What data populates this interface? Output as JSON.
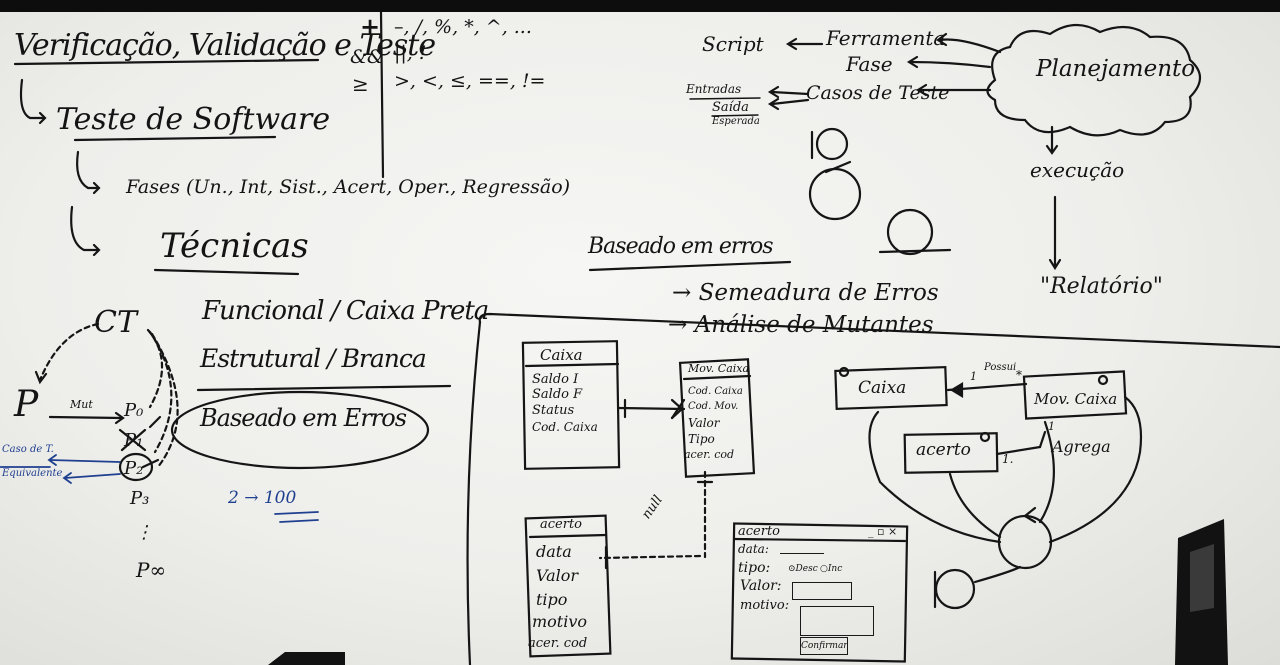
{
  "left": {
    "title": "Verificação, Validação e Teste",
    "teste_software": "Teste de Software",
    "fases": "Fases (Un., Int, Sist., Acert, Oper., Regressão)",
    "tecnicas": "Técnicas",
    "ct": "CT",
    "p": "P",
    "mut": "Mut",
    "p0": "P₀",
    "p1": "P₁",
    "p2": "P₂",
    "p3": "P₃",
    "pinf": "P∞",
    "dots": "⋮",
    "casos_teste": "Caso de T.",
    "equivalente": "Equivalente",
    "range": "2 → 100",
    "funcional": "Funcional / Caixa Preta",
    "estrutural": "Estrutural / Branca",
    "baseado_erros": "Baseado em Erros"
  },
  "operators": {
    "plus": "+",
    "ops1": "–, /, %, *, ^, ...",
    "and": "&&",
    "ops2": "||, !",
    "gt": "≥",
    "ops3": ">, <, ≤, ==, !="
  },
  "planning": {
    "script": "Script",
    "ferramenta": "Ferramenta",
    "fase": "Fase",
    "entradas": "Entradas",
    "saida": "Saída",
    "esperada": "Esperada",
    "casos_teste": "Casos de Teste",
    "planejamento": "Planejamento",
    "execucao": "execução",
    "relatorio": "\"Relatório\"",
    "baseado_erros": "Baseado em erros",
    "semeadura": "→ Semeadura de Erros",
    "analise": "→ Análise de Mutantes"
  },
  "classes": {
    "caixa": {
      "name": "Caixa",
      "attrs": [
        "Saldo I",
        "Saldo F",
        "Status",
        "Cod. Caixa"
      ]
    },
    "movcaixa": {
      "name": "Mov. Caixa",
      "attrs": [
        "Cod. Caixa",
        "Cod. Mov.",
        "Valor",
        "Tipo",
        "acer. cod"
      ]
    },
    "acerto": {
      "name": "acerto",
      "attrs": [
        "data",
        "Valor",
        "tipo",
        "motivo",
        "acer. cod"
      ]
    },
    "null": "null"
  },
  "robustness": {
    "caixa": "Caixa",
    "movcaixa": "Mov. Caixa",
    "acerto": "acerto",
    "agrega": "Agrega",
    "mult1": "1",
    "mult_possui": "Possui",
    "mult_star": "*",
    "mult_1b": "1.",
    "mult_1c": "1"
  },
  "form": {
    "title": "acerto",
    "controls": "_ ▫ ×",
    "data_label": "data:",
    "tipo_label": "tipo:",
    "opt1": "Desc",
    "opt2": "Inc",
    "valor_label": "Valor:",
    "motivo_label": "motivo:",
    "confirmar": "Confirmar"
  },
  "colors": {
    "ink": "#141414",
    "blue_ink": "#1f3f8f",
    "board": "#eeeeeb",
    "frame": "#0d0d0d"
  }
}
